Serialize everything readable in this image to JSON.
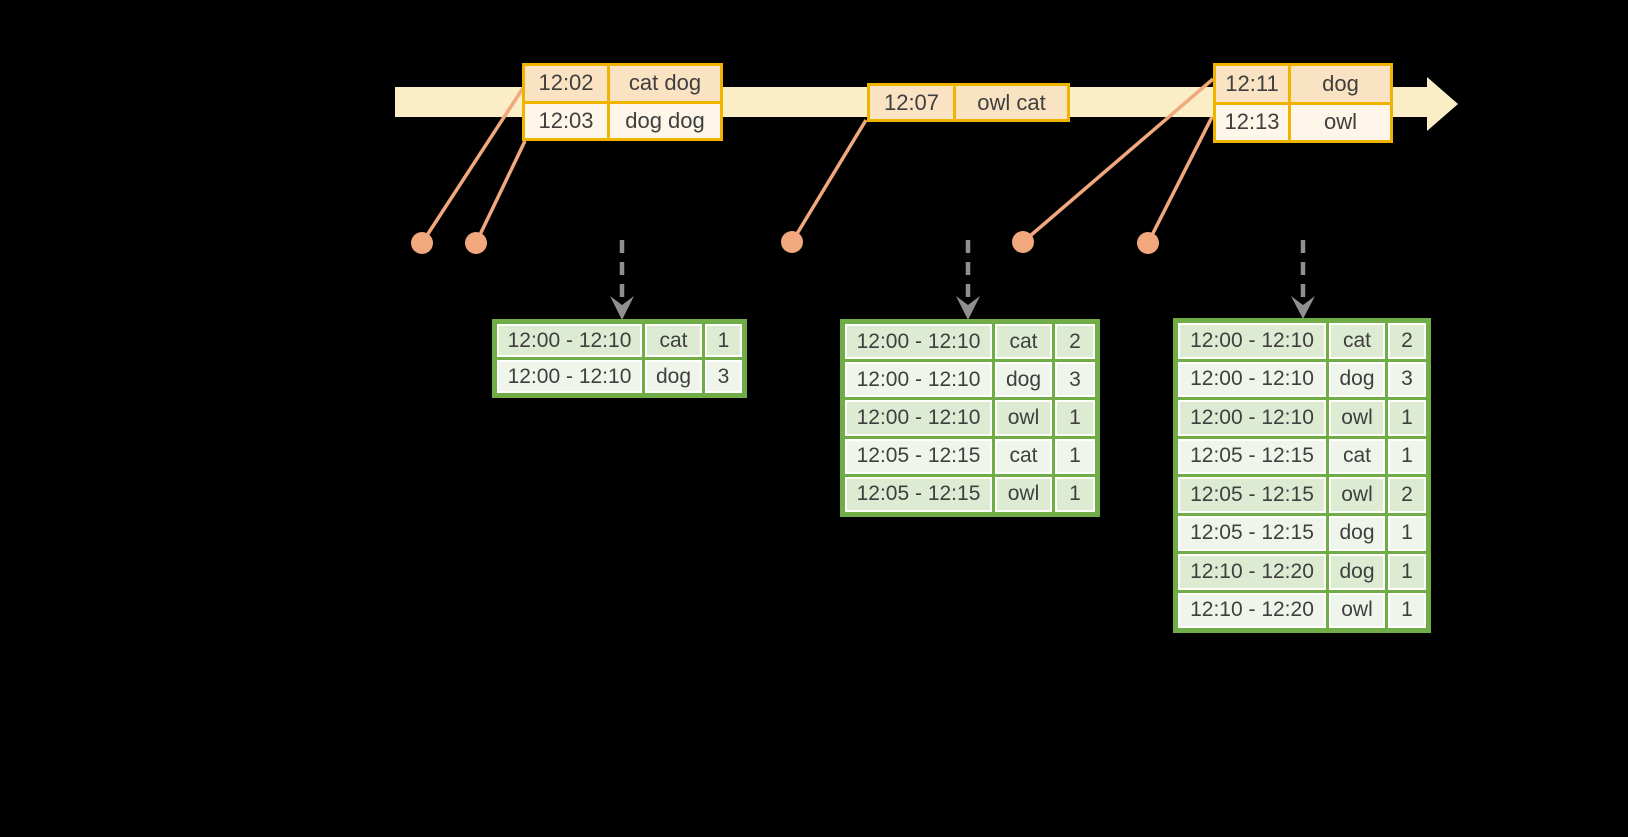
{
  "colors": {
    "background": "#000000",
    "timeline_fill": "#FBEEC7",
    "input_table_border": "#F0B400",
    "input_row_dark": "#FAE3C2",
    "input_row_light": "#FDF6E9",
    "result_table_border": "#71AD47",
    "result_row_dark": "#DEEBD3",
    "result_row_light": "#F0F5EC",
    "event_dot": "#F0A87C",
    "dashed_arrow": "#8F8F8F",
    "table_text": "#3F3F3F"
  },
  "input_tables": [
    {
      "rows": [
        {
          "time": "12:02",
          "words": "cat dog"
        },
        {
          "time": "12:03",
          "words": "dog dog"
        }
      ]
    },
    {
      "rows": [
        {
          "time": "12:07",
          "words": "owl cat"
        }
      ]
    },
    {
      "rows": [
        {
          "time": "12:11",
          "words": "dog"
        },
        {
          "time": "12:13",
          "words": "owl"
        }
      ]
    }
  ],
  "result_tables": [
    {
      "rows": [
        {
          "window": "12:00 - 12:10",
          "word": "cat",
          "count": "1"
        },
        {
          "window": "12:00 - 12:10",
          "word": "dog",
          "count": "3"
        }
      ]
    },
    {
      "rows": [
        {
          "window": "12:00 - 12:10",
          "word": "cat",
          "count": "2"
        },
        {
          "window": "12:00 - 12:10",
          "word": "dog",
          "count": "3"
        },
        {
          "window": "12:00 - 12:10",
          "word": "owl",
          "count": "1"
        },
        {
          "window": "12:05 - 12:15",
          "word": "cat",
          "count": "1"
        },
        {
          "window": "12:05 - 12:15",
          "word": "owl",
          "count": "1"
        }
      ]
    },
    {
      "rows": [
        {
          "window": "12:00 - 12:10",
          "word": "cat",
          "count": "2"
        },
        {
          "window": "12:00 - 12:10",
          "word": "dog",
          "count": "3"
        },
        {
          "window": "12:00 - 12:10",
          "word": "owl",
          "count": "1"
        },
        {
          "window": "12:05 - 12:15",
          "word": "cat",
          "count": "1"
        },
        {
          "window": "12:05 - 12:15",
          "word": "owl",
          "count": "2"
        },
        {
          "window": "12:05 - 12:15",
          "word": "dog",
          "count": "1"
        },
        {
          "window": "12:10 - 12:20",
          "word": "dog",
          "count": "1"
        },
        {
          "window": "12:10 - 12:20",
          "word": "owl",
          "count": "1"
        }
      ]
    }
  ]
}
